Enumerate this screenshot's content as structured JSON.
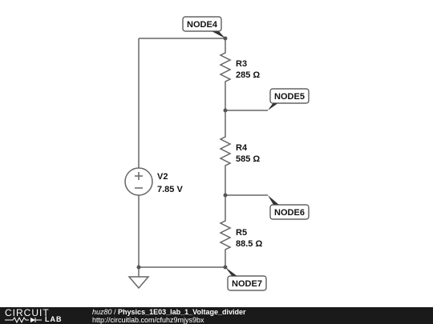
{
  "components": {
    "V2": {
      "name": "V2",
      "value": "7.85 V"
    },
    "R3": {
      "name": "R3",
      "value": "285 Ω"
    },
    "R4": {
      "name": "R4",
      "value": "585 Ω"
    },
    "R5": {
      "name": "R5",
      "value": "88.5 Ω"
    }
  },
  "nodes": {
    "node4": "NODE4",
    "node5": "NODE5",
    "node6": "NODE6",
    "node7": "NODE7"
  },
  "footer": {
    "logo_top": "CIRCUIT",
    "logo_bottom": "LAB",
    "author": "huz80",
    "separator": " / ",
    "title": "Physics_1E03_lab_1_Voltage_divider",
    "url": "http://circuitlab.com/cfuhz9mjys9bx"
  }
}
